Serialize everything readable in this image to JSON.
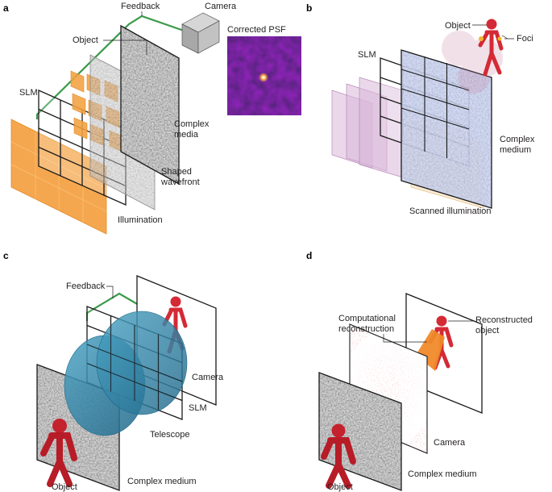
{
  "panels": {
    "a": {
      "letter": "a",
      "labels": {
        "feedback": "Feedback",
        "camera": "Camera",
        "object": "Object",
        "corrected_psf": "Corrected PSF",
        "slm": "SLM",
        "complex_media_1": "Complex",
        "complex_media_2": "media",
        "shaped_wavefront_1": "Shaped",
        "shaped_wavefront_2": "wavefront",
        "illumination": "Illumination"
      }
    },
    "b": {
      "letter": "b",
      "labels": {
        "object": "Object",
        "foci": "Foci",
        "slm": "SLM",
        "complex_medium_1": "Complex",
        "complex_medium_2": "medium",
        "scanned_illumination": "Scanned illumination"
      }
    },
    "c": {
      "letter": "c",
      "labels": {
        "feedback": "Feedback",
        "camera": "Camera",
        "slm": "SLM",
        "telescope": "Telescope",
        "object": "Object",
        "complex_medium": "Complex medium"
      }
    },
    "d": {
      "letter": "d",
      "labels": {
        "computational_reconstruction_1": "Computational",
        "computational_reconstruction_2": "reconstruction",
        "reconstructed_object_1": "Reconstructed",
        "reconstructed_object_2": "object",
        "camera": "Camera",
        "object": "Object",
        "complex_medium": "Complex medium"
      }
    }
  },
  "colors": {
    "feedback_line": "#3a9a4a",
    "figure_red": "#d42a35",
    "slm_grid": "#1a1a1a",
    "illumination_orange": "#f4a040",
    "scan_purple": "#d9b8d8",
    "telescope_blue": "#2c7fa3",
    "psf_bg": "#2a0f3d",
    "psf_spot": "#ffd070"
  }
}
